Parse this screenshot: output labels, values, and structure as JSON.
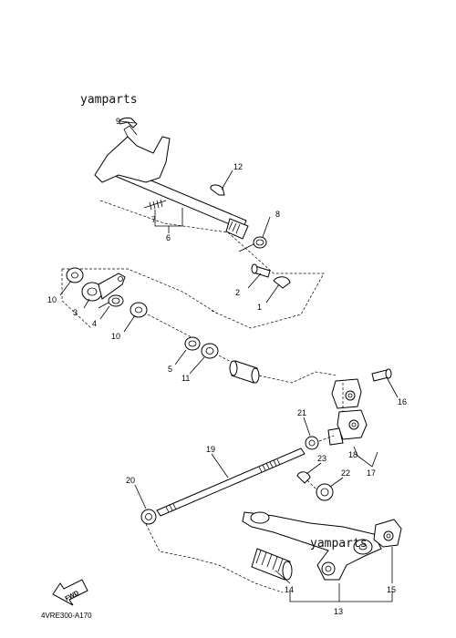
{
  "watermark_top": "yamparts",
  "watermark_bottom": "yamparts",
  "diagram_code": "4VRE300-A170",
  "direction_label": "FWD",
  "callouts": {
    "p1": "1",
    "p2": "2",
    "p3": "3",
    "p4": "4",
    "p5": "5",
    "p6": "6",
    "p7": "7",
    "p8": "8",
    "p9": "9",
    "p10a": "10",
    "p10b": "10",
    "p11": "11",
    "p12": "12",
    "p13": "13",
    "p14": "14",
    "p15": "15",
    "p16": "16",
    "p17": "17",
    "p18": "18",
    "p19": "19",
    "p20": "20",
    "p21": "21",
    "p22": "22",
    "p23": "23"
  }
}
